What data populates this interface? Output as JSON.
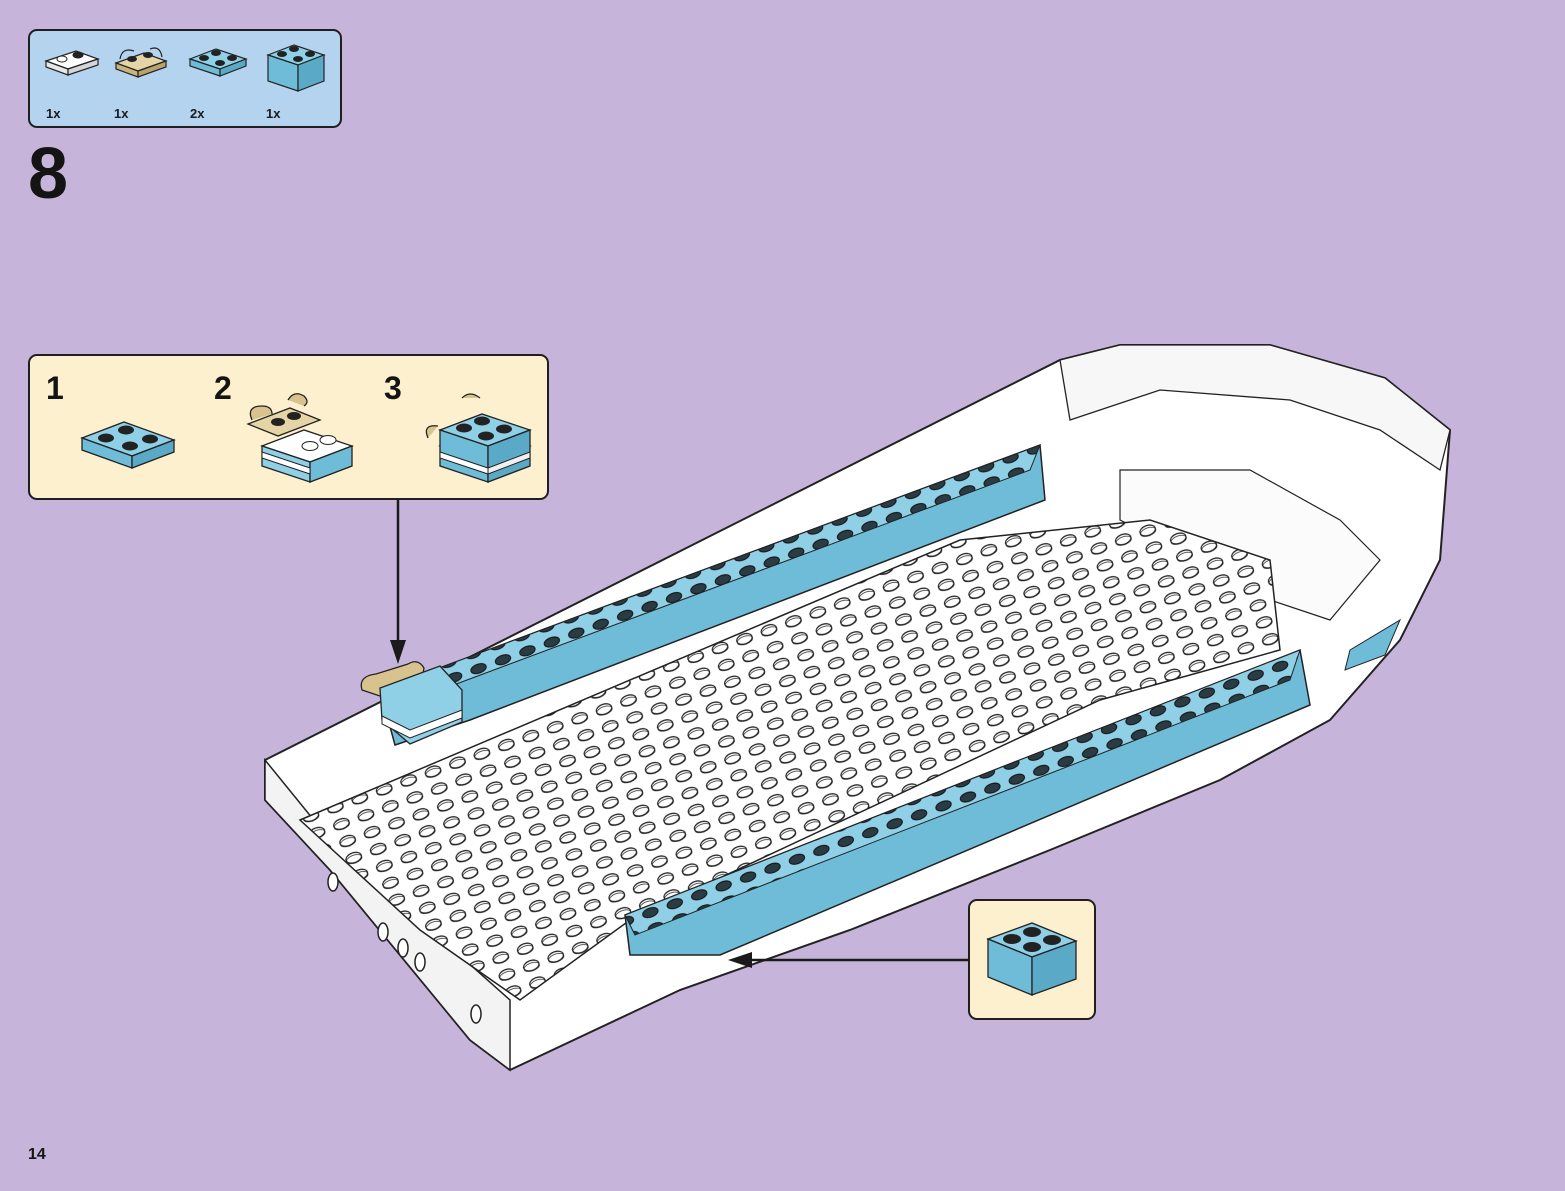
{
  "parts_list": {
    "items": [
      {
        "name": "white-plate-1x2",
        "color": "#ffffff",
        "qty": "1x"
      },
      {
        "name": "tan-clip-plate",
        "color": "#d8c38f",
        "qty": "1x"
      },
      {
        "name": "blue-plate-2x2",
        "color": "#6fbcd8",
        "qty": "2x"
      },
      {
        "name": "blue-brick-2x2",
        "color": "#6fbcd8",
        "qty": "1x"
      }
    ]
  },
  "step": {
    "number": "8"
  },
  "sub_assembly": {
    "steps": [
      {
        "number": "1"
      },
      {
        "number": "2"
      },
      {
        "number": "3"
      }
    ]
  },
  "colors": {
    "background": "#c7b4db",
    "parts_panel": "#b4d3ef",
    "callout_panel": "#fdf0cf",
    "medium_azure": "#6fbcd8",
    "tan": "#d8c38f",
    "white": "#ffffff"
  },
  "page": {
    "number": "14"
  }
}
